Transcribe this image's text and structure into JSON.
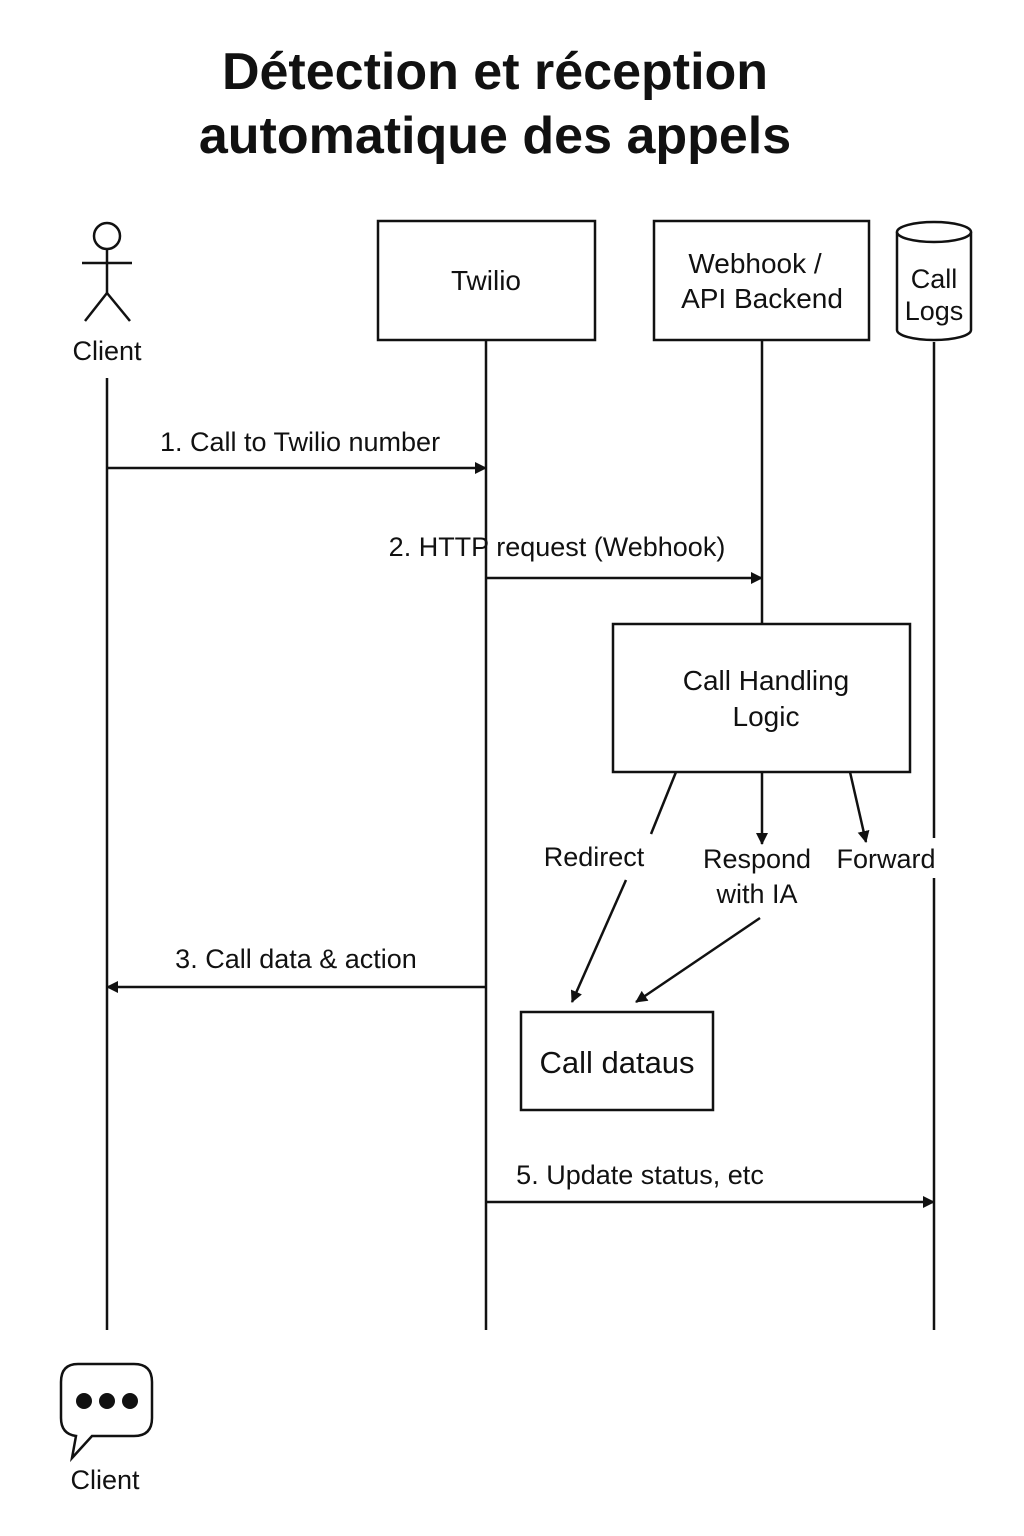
{
  "title": {
    "line1": "Détection et réception",
    "line2": "automatique des appels"
  },
  "actors": {
    "client_top": "Client",
    "client_bottom": "Client",
    "twilio": "Twilio",
    "backend_line1": "Webhook /",
    "backend_line2": "API Backend",
    "logs_line1": "Call",
    "logs_line2": "Logs"
  },
  "messages": {
    "m1": "1. Call to Twilio number",
    "m2": "2. HTTP request (Webhook)",
    "m3": "3. Call data & action",
    "m5": "5. Update status, etc"
  },
  "logic_box": {
    "line1": "Call Handling",
    "line2": "Logic"
  },
  "branches": {
    "redirect": "Redirect",
    "respond_line1": "Respond",
    "respond_line2": "with IA",
    "forward": "Forward"
  },
  "data_box": "Call dataus",
  "icons": {
    "person": "person-icon",
    "chat": "chat-bubble-icon",
    "database": "database-icon"
  },
  "colors": {
    "stroke": "#111111",
    "background": "#ffffff"
  }
}
